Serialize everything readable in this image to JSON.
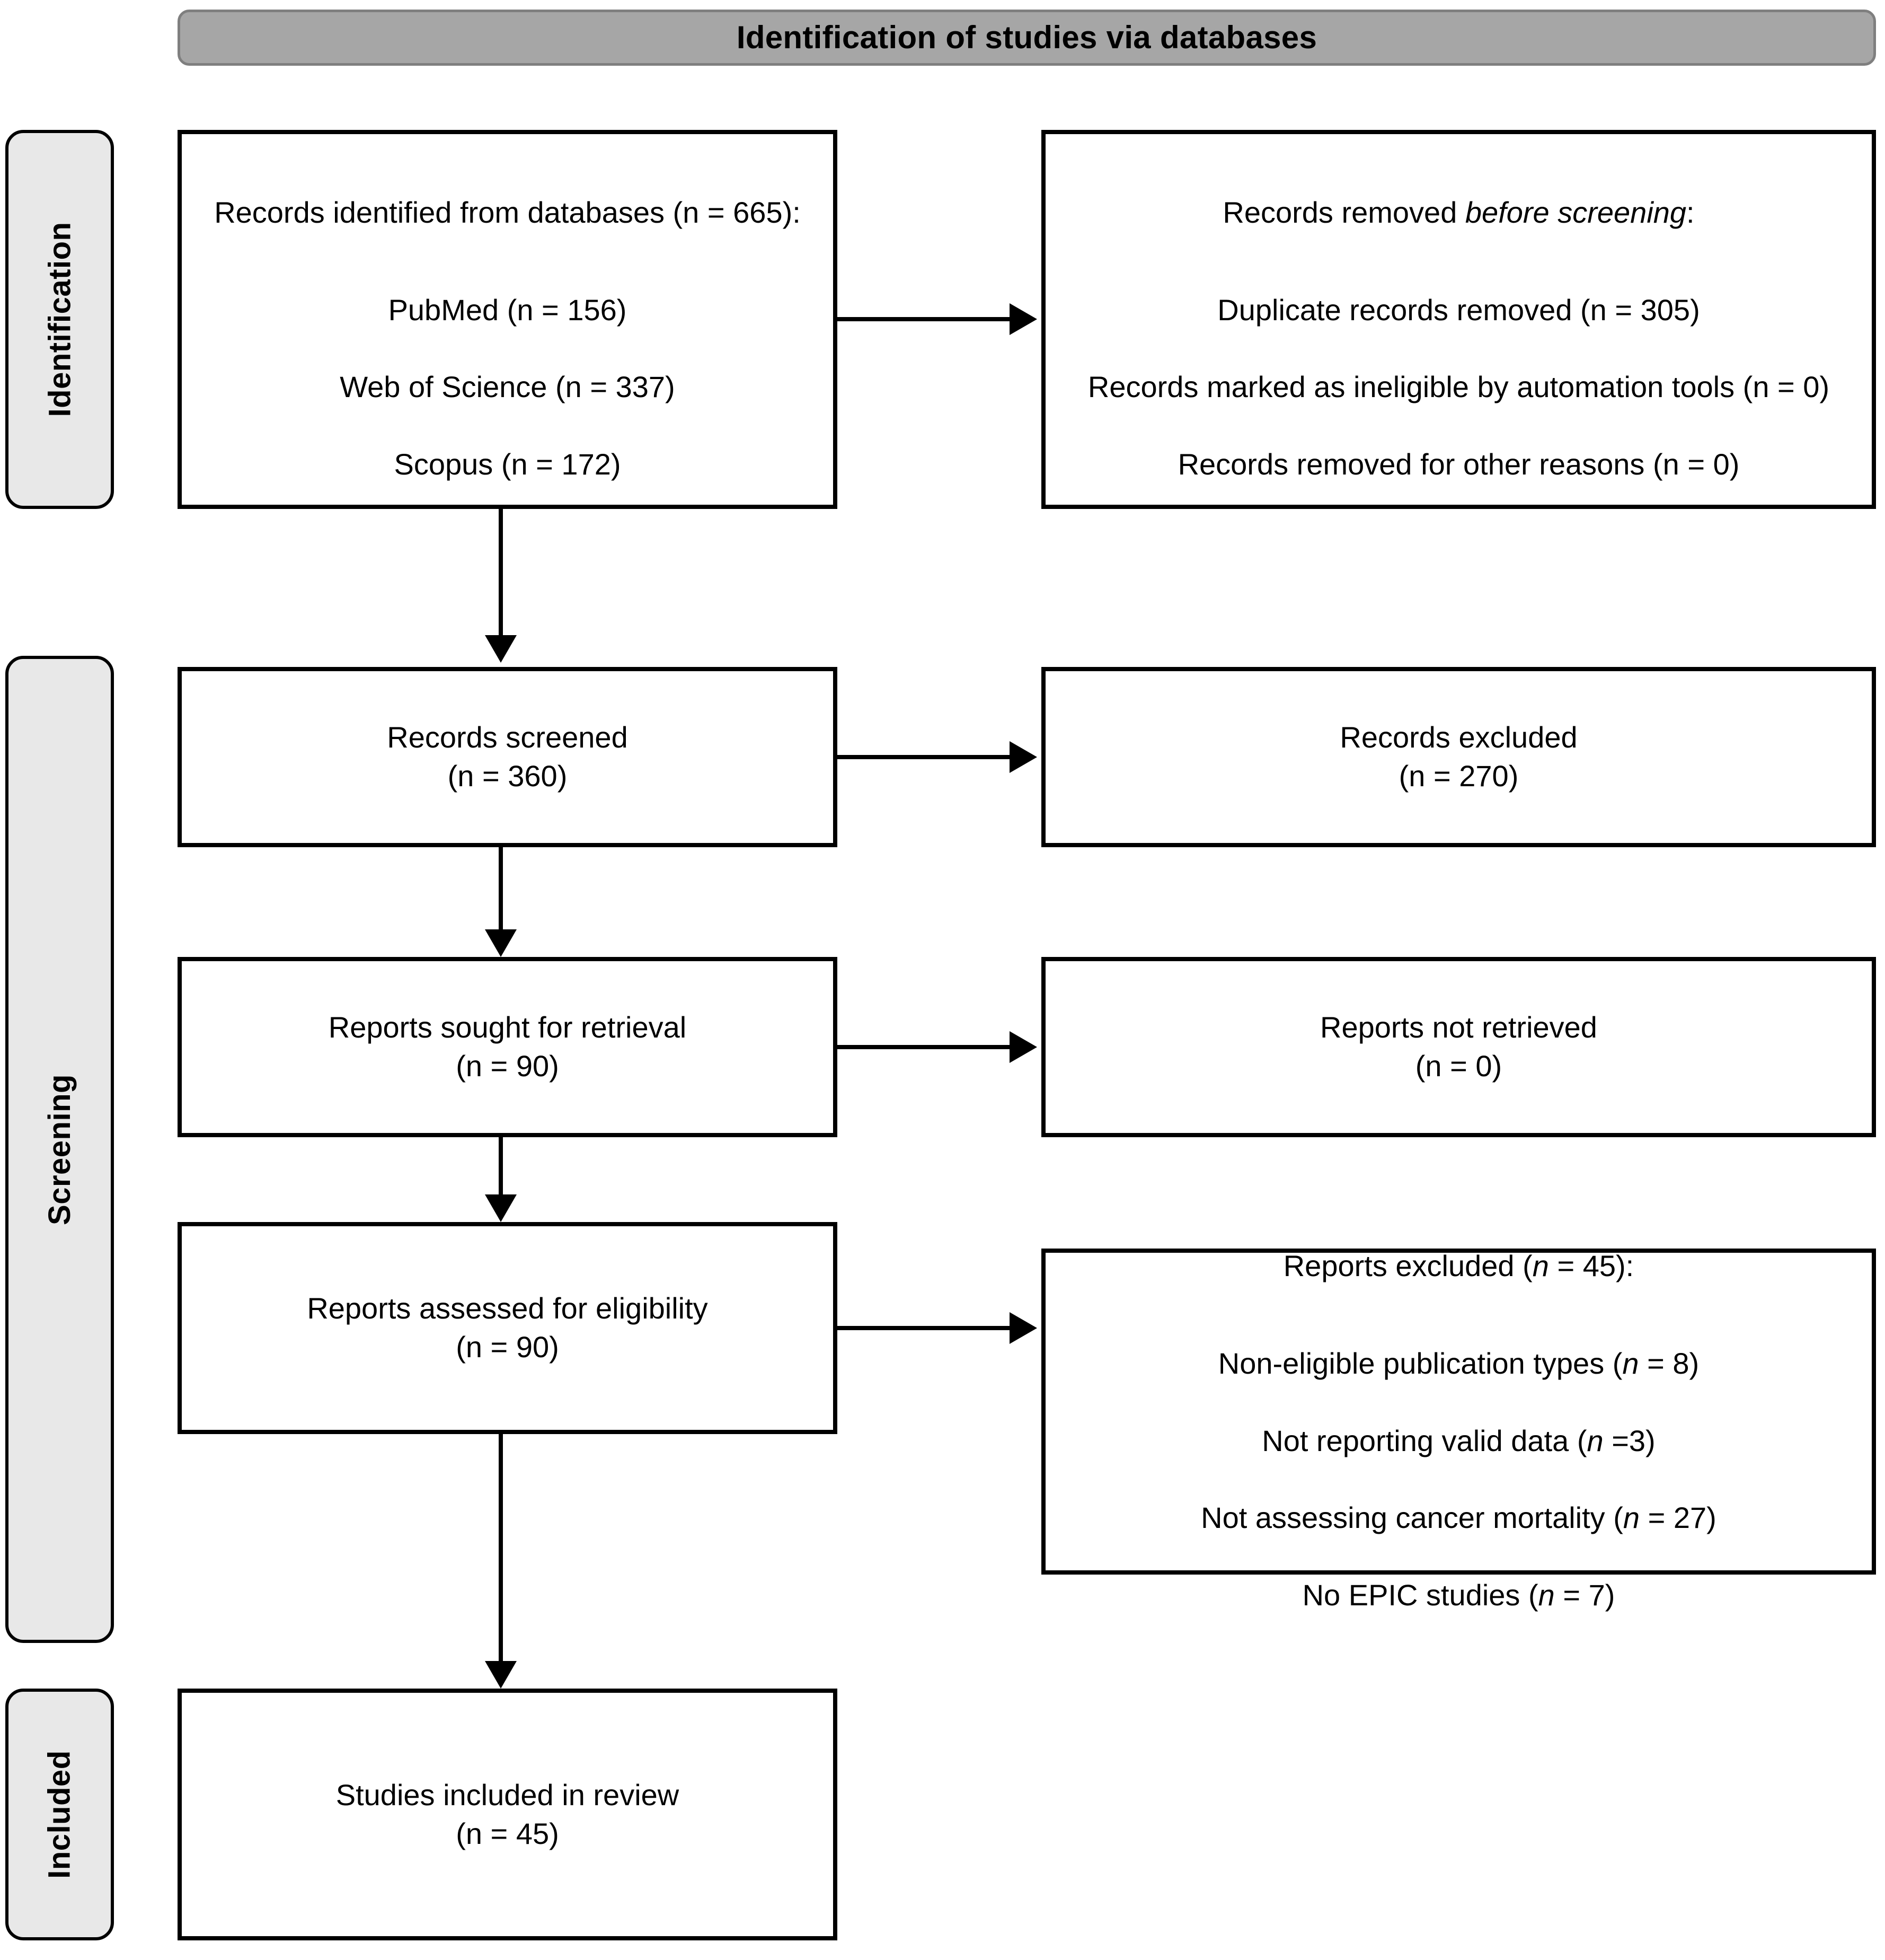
{
  "banner": {
    "title": "Identification of studies via databases"
  },
  "stages": [
    {
      "key": "identification",
      "label": "Identification"
    },
    {
      "key": "screening",
      "label": "Screening"
    },
    {
      "key": "included",
      "label": "Included"
    }
  ],
  "boxes": {
    "identified": {
      "title": "Records identified from databases (n = 665):",
      "lines": [
        "PubMed (n = 156)",
        "Web of Science (n = 337)",
        "Scopus (n = 172)"
      ]
    },
    "removed": {
      "title_plain": "Records removed ",
      "title_italic": "before screening",
      "title_tail": ":",
      "lines": [
        "Duplicate records removed (n = 305)",
        "Records marked as ineligible by automation tools (n = 0)",
        "Records removed for other reasons (n = 0)"
      ]
    },
    "screened": {
      "text": "Records screened\n(n = 360)"
    },
    "excluded": {
      "text": "Records excluded\n(n = 270)"
    },
    "sought": {
      "text": "Reports sought for retrieval\n(n = 90)"
    },
    "notretrieved": {
      "text": "Reports not retrieved\n(n = 0)"
    },
    "assessed": {
      "text": "Reports assessed for eligibility\n(n = 90)"
    },
    "repexcluded": {
      "title_plain": "Reports excluded (",
      "title_italic": "n",
      "title_tail": " = 45):",
      "reasons": [
        {
          "label": "Non-eligible publication types (",
          "n": "n",
          "value": " = 8)"
        },
        {
          "label": "Not reporting valid data (",
          "n": "n",
          "value": " =3)"
        },
        {
          "label": "Not assessing cancer mortality (",
          "n": "n",
          "value": " = 27)"
        },
        {
          "label": "No EPIC studies (",
          "n": "n",
          "value": " = 7)"
        }
      ]
    },
    "included": {
      "text": "Studies included in review\n(n = 45)"
    }
  },
  "colors": {
    "banner_fill": "#a6a6a6",
    "banner_border": "#7f7f7f",
    "stage_fill": "#e8e8e8",
    "box_border": "#000000",
    "box_fill": "#ffffff",
    "connector": "#000000"
  }
}
